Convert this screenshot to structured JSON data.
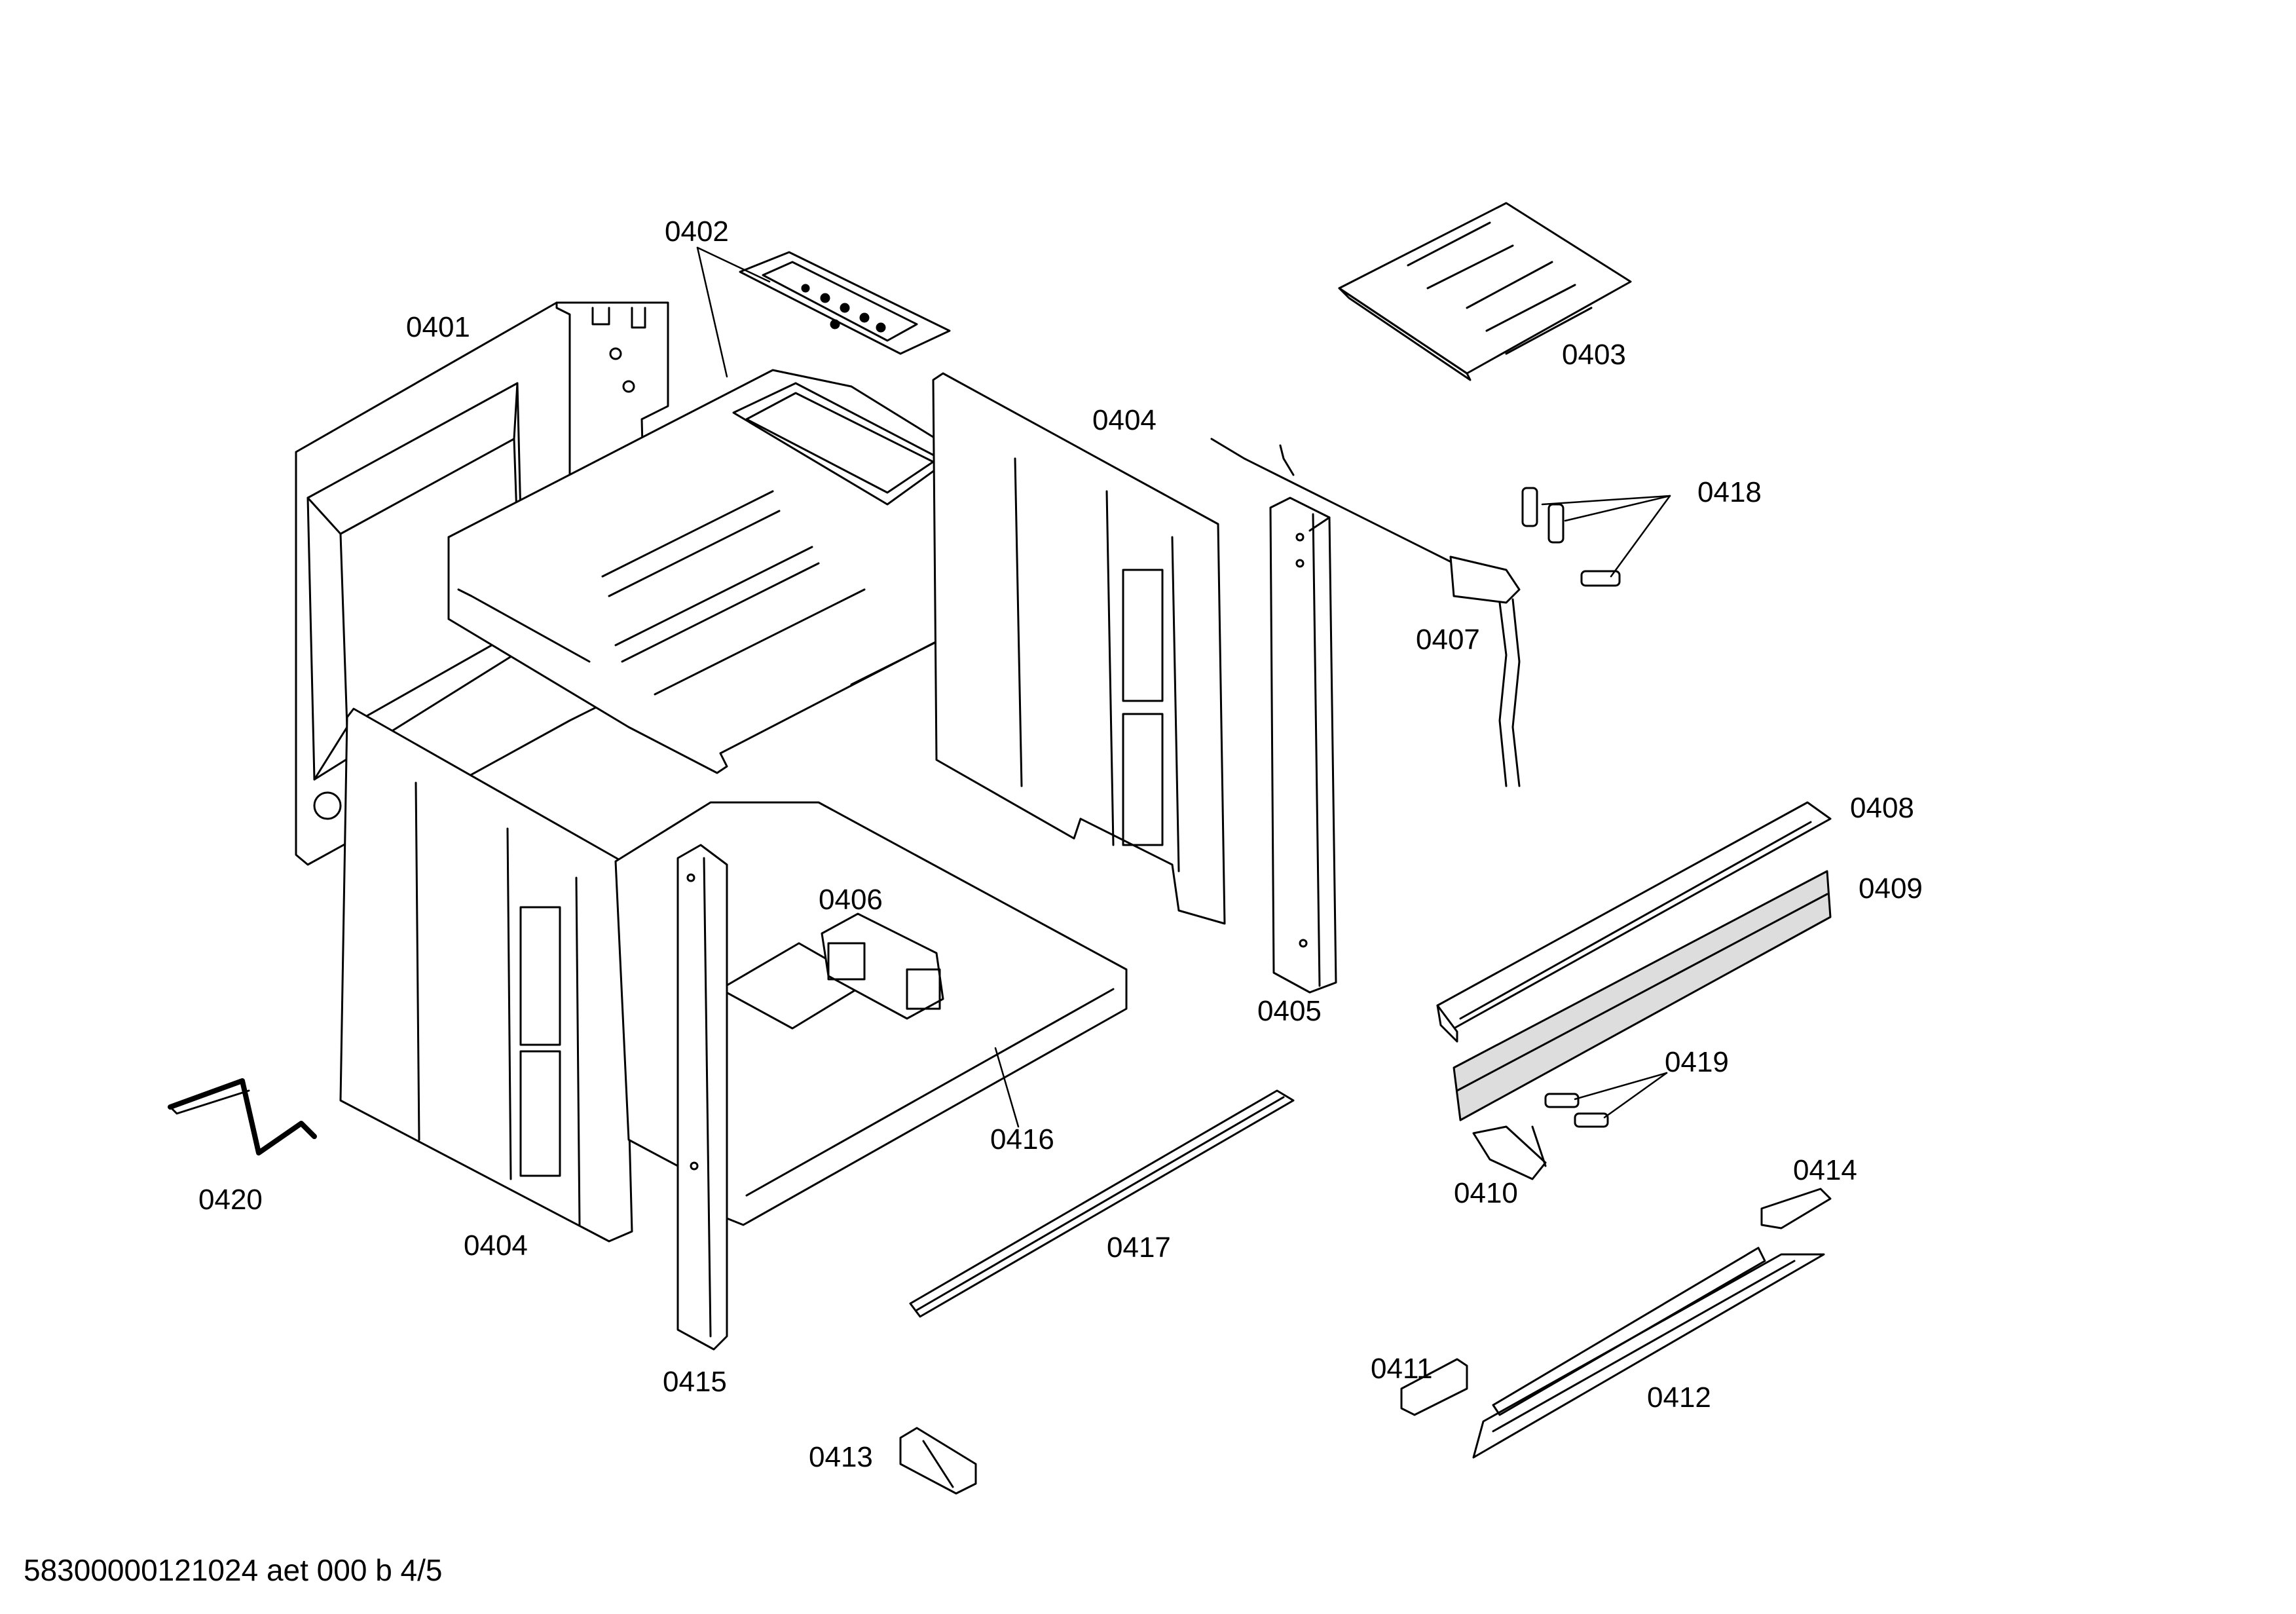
{
  "callouts": {
    "c0401": "0401",
    "c0402": "0402",
    "c0403": "0403",
    "c0404a": "0404",
    "c0404b": "0404",
    "c0405": "0405",
    "c0406": "0406",
    "c0407": "0407",
    "c0408": "0408",
    "c0409": "0409",
    "c0410": "0410",
    "c0411": "0411",
    "c0412": "0412",
    "c0413": "0413",
    "c0414": "0414",
    "c0415": "0415",
    "c0416": "0416",
    "c0417": "0417",
    "c0418": "0418",
    "c0419": "0419",
    "c0420": "0420"
  },
  "footer": {
    "document_code": "58300000121024 aet 000 b 4/5"
  }
}
